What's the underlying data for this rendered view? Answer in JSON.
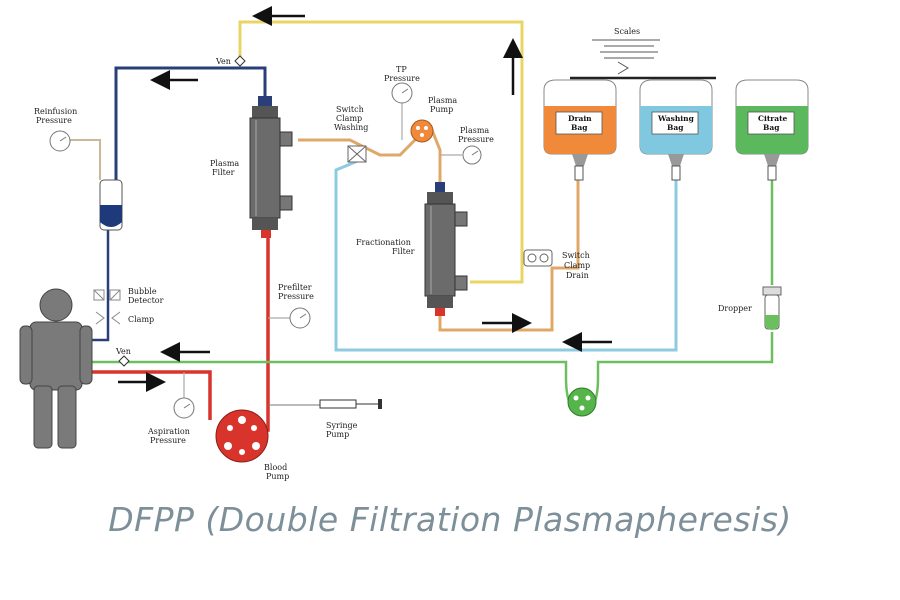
{
  "caption": "DFPP (Double Filtration Plasmapheresis)",
  "labels": {
    "venous_top": "Ven",
    "venous_bottom": "Ven",
    "reinfusion_pressure_1": "Reinfusion",
    "reinfusion_pressure_2": "Pressure",
    "bubble_detector_1": "Bubble",
    "bubble_detector_2": "Detector",
    "clamp": "Clamp",
    "plasma_filter_1": "Plasma",
    "plasma_filter_2": "Filter",
    "switch_clamp_washing_1": "Switch",
    "switch_clamp_washing_2": "Clamp",
    "switch_clamp_washing_3": "Washing",
    "tmp_pressure_1": "TP",
    "tmp_pressure_2": "Pressure",
    "plasma_pump_1": "Plasma",
    "plasma_pump_2": "Pump",
    "plasma_pressure_1": "Plasma",
    "plasma_pressure_2": "Pressure",
    "fractionation_filter_1": "Fractionation",
    "fractionation_filter_2": "Filter",
    "switch_clamp_drain_1": "Switch",
    "switch_clamp_drain_2": "Clamp",
    "switch_clamp_drain_3": "Drain",
    "prefilter_pressure_1": "Prefilter",
    "prefilter_pressure_2": "Pressure",
    "aspiration_pressure_1": "Aspiration",
    "aspiration_pressure_2": "Pressure",
    "syringe_pump_1": "Syringe",
    "syringe_pump_2": "Pump",
    "blood_pump_1": "Blood",
    "blood_pump_2": "Pump",
    "scales": "Scales",
    "drain_bag_1": "Drain",
    "drain_bag_2": "Bag",
    "washing_bag_1": "Washing",
    "washing_bag_2": "Bag",
    "citrate_bag_1": "Citrate",
    "citrate_bag_2": "Bag",
    "dropper": "Dropper"
  },
  "colors": {
    "blood_line": "#d9342b",
    "venous_line": "#2a3f7a",
    "yellow_line": "#e8d565",
    "plasma_line": "#e0a868",
    "blue_line": "#8ccbe0",
    "green_line": "#6cbf5f",
    "drain_bag": "#f08a3a",
    "washing_bag": "#7fc8e0",
    "citrate_bag": "#5cb85c",
    "filter": "#6b6b6b",
    "patient": "#7a7a7a",
    "caption": "#7d8f99"
  }
}
